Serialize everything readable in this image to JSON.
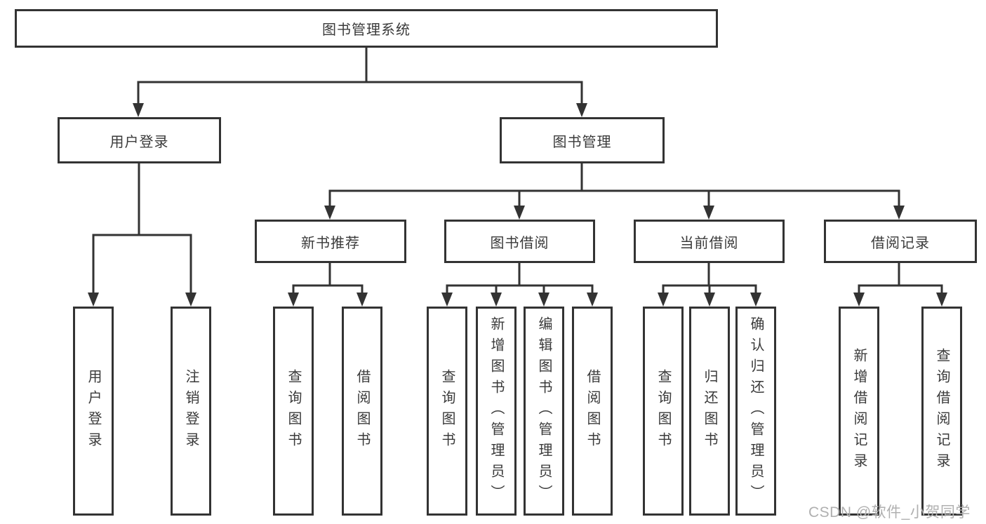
{
  "colors": {
    "line": "#333333",
    "text": "#3a3a3a",
    "box_background": "#ffffff",
    "watermark_text": "#b0b0b0"
  },
  "watermark": {
    "text": "CSDN @软件_小贺同学"
  },
  "tree": {
    "root": {
      "label": "图书管理系统"
    },
    "children": [
      {
        "label": "用户登录",
        "children": [
          {
            "label": "用户登录"
          },
          {
            "label": "注销登录"
          }
        ]
      },
      {
        "label": "图书管理",
        "children": [
          {
            "label": "新书推荐",
            "children": [
              {
                "label": "查询图书"
              },
              {
                "label": "借阅图书"
              }
            ]
          },
          {
            "label": "图书借阅",
            "children": [
              {
                "label": "查询图书"
              },
              {
                "label": "新增图书（管理员）"
              },
              {
                "label": "编辑图书（管理员）"
              },
              {
                "label": "借阅图书"
              }
            ]
          },
          {
            "label": "当前借阅",
            "children": [
              {
                "label": "查询图书"
              },
              {
                "label": "归还图书"
              },
              {
                "label": "确认归还（管理员）"
              }
            ]
          },
          {
            "label": "借阅记录",
            "children": [
              {
                "label": "新增借阅记录"
              },
              {
                "label": "查询借阅记录"
              }
            ]
          }
        ]
      }
    ]
  }
}
